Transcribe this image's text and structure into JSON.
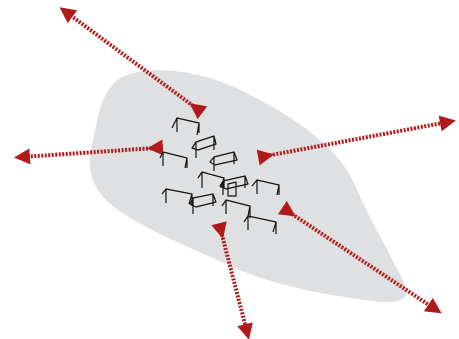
{
  "diagram": {
    "description_label": "",
    "colors": {
      "background": "#ffffff",
      "area_fill": "#dfe0e2",
      "arrow": "#b11a1a",
      "structure_stroke": "#111111"
    },
    "arrows": [
      {
        "name": "arrow-northwest",
        "direction": "outward"
      },
      {
        "name": "arrow-west",
        "direction": "outward"
      },
      {
        "name": "arrow-east",
        "direction": "outward"
      },
      {
        "name": "arrow-southeast",
        "direction": "outward"
      },
      {
        "name": "arrow-south",
        "direction": "outward"
      }
    ],
    "structures_count": 12
  }
}
